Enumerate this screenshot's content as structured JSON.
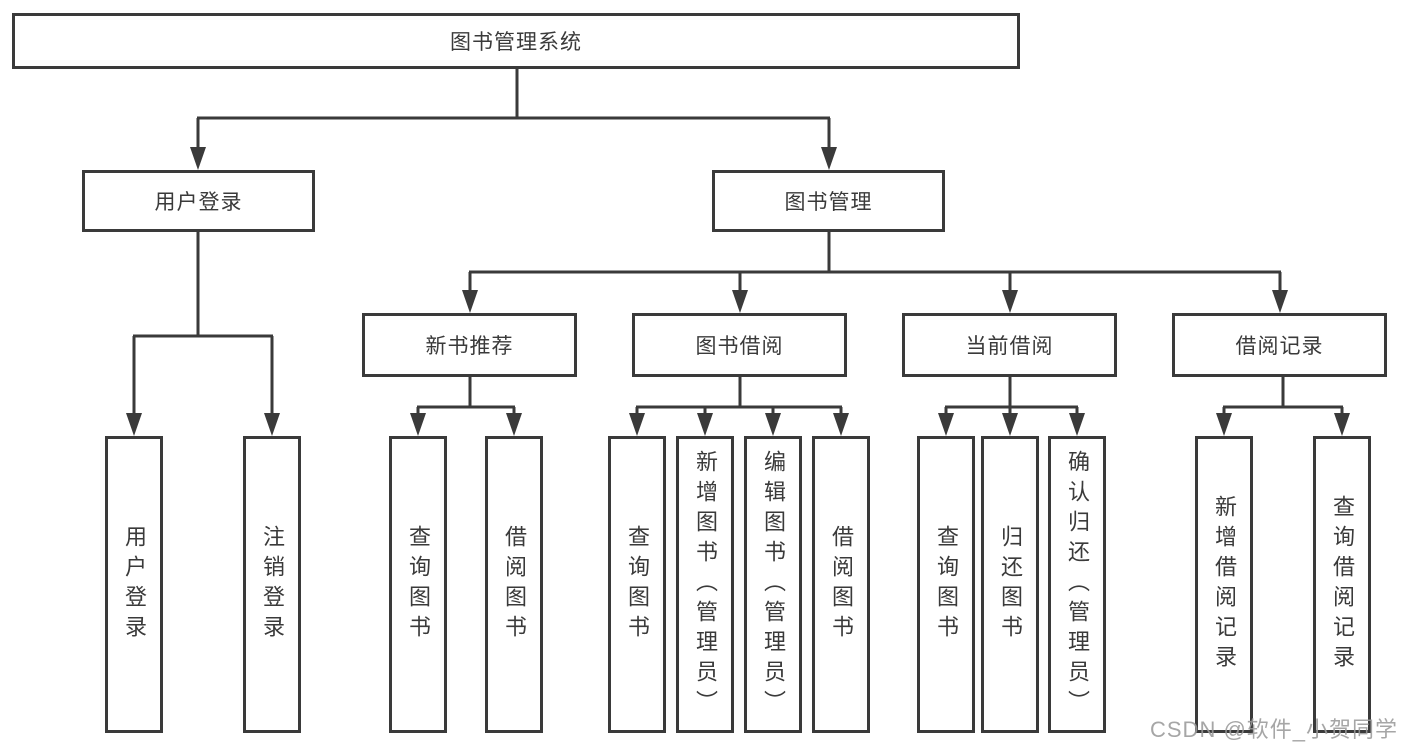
{
  "diagram": {
    "title_node": {
      "label": "图书管理系统"
    },
    "level2": [
      {
        "label": "用户登录"
      },
      {
        "label": "图书管理"
      }
    ],
    "level3": [
      {
        "label": "新书推荐"
      },
      {
        "label": "图书借阅"
      },
      {
        "label": "当前借阅"
      },
      {
        "label": "借阅记录"
      }
    ],
    "leaves": {
      "user_login": [
        "用户登录",
        "注销登录"
      ],
      "new_books": [
        "查询图书",
        "借阅图书"
      ],
      "book_borrow": [
        "查询图书",
        "新增图书（管理员）",
        "编辑图书（管理员）",
        "借阅图书"
      ],
      "current_borrow": [
        "查询图书",
        "归还图书",
        "确认归还（管理员）"
      ],
      "borrow_records": [
        "新增借阅记录",
        "查询借阅记录"
      ]
    },
    "colors": {
      "line": "#3a3a3a",
      "box_border": "#3a3a3a",
      "text": "#3a3a3a",
      "watermark": "#9a9a9a",
      "background": "#ffffff"
    }
  },
  "watermark": {
    "text": "CSDN @软件_小贺同学"
  }
}
